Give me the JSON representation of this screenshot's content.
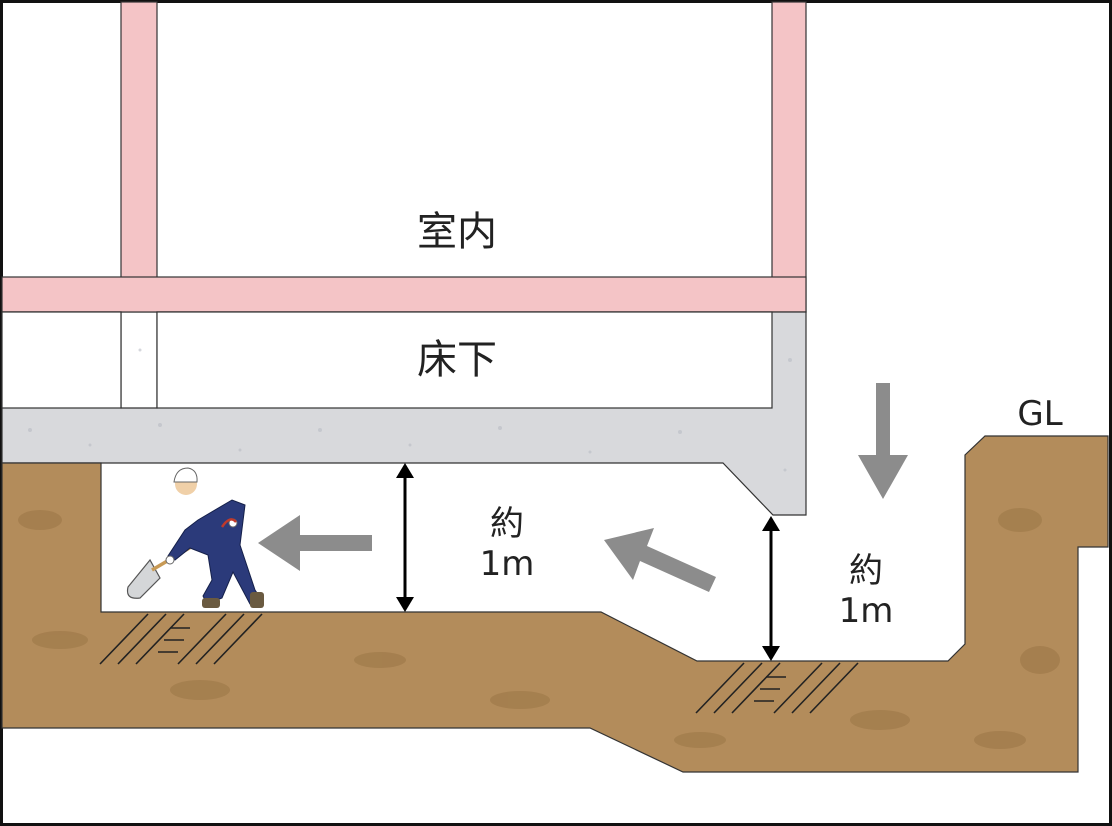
{
  "labels": {
    "room": "室内",
    "underfloor": "床下",
    "approx_1": "約",
    "one_meter_1": "1m",
    "approx_2": "約",
    "one_meter_2": "1m",
    "ground_level": "GL"
  },
  "colors": {
    "wall_pink": "#f4c4c6",
    "concrete": "#d8d9dc",
    "soil": "#b38c5b",
    "soil_dark": "#a07a4a",
    "arrow_gray": "#8c8c8c",
    "worker_suit": "#2b3a7a"
  }
}
